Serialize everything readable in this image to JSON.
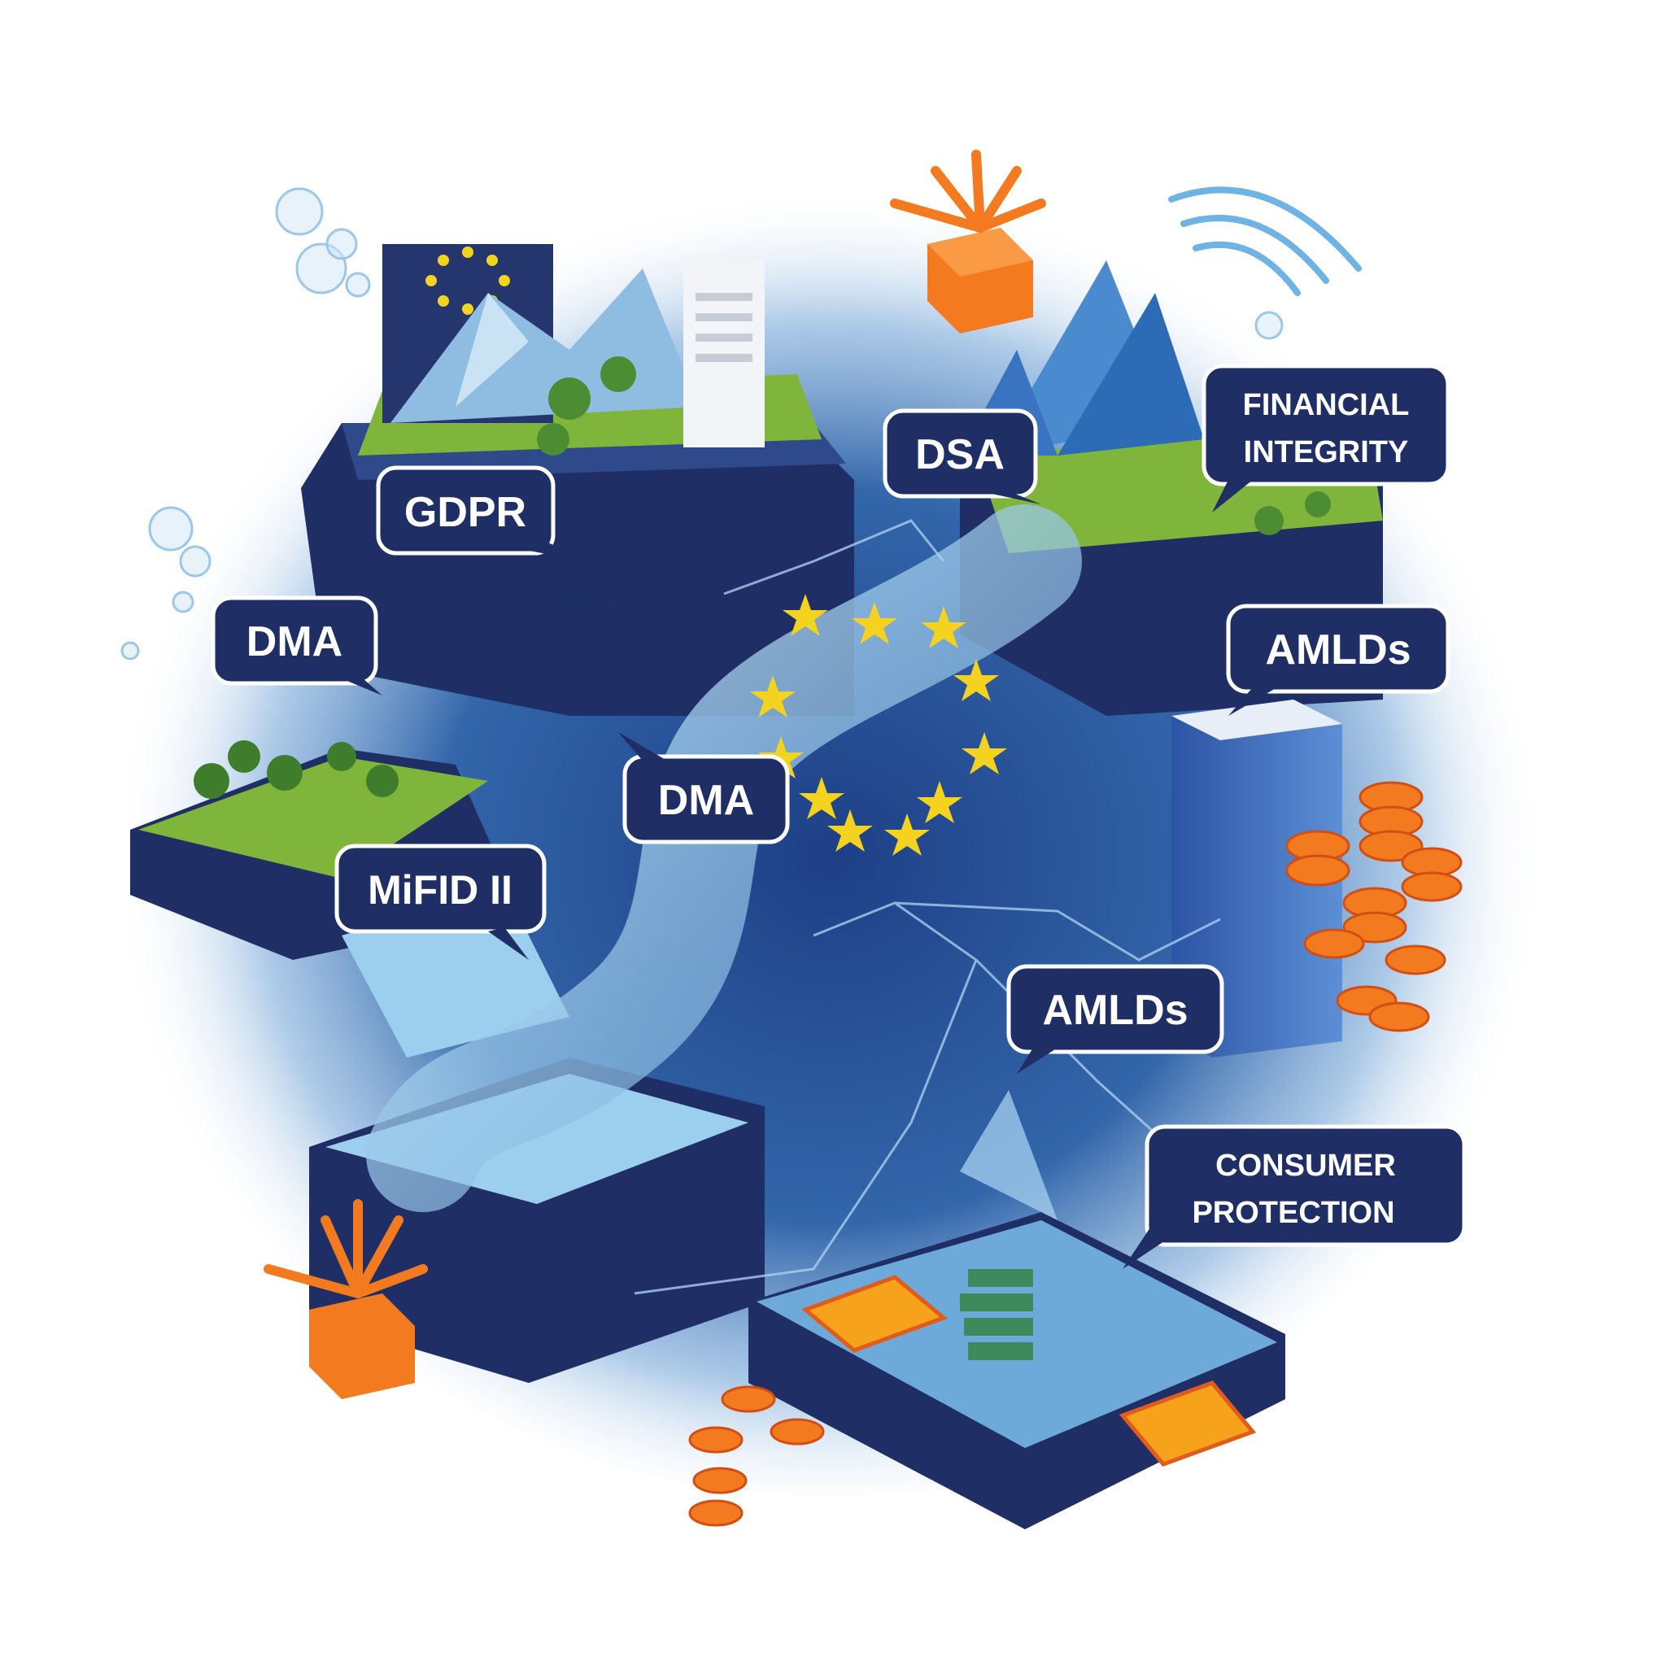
{
  "labels": {
    "gdpr": "GDPR",
    "falaenous": "FALAENOUS",
    "dma_left": "DMA",
    "dma_center": "DMA",
    "mifid": "MiFID II",
    "dsa": "DSA",
    "financial_line1": "FINANCIAL",
    "financial_line2": "INTEGRITY",
    "amlds_top": "AMLDs",
    "amlds_center": "AMLDs",
    "consumer_line1": "CONSUMER",
    "consumer_line2": "PROTECTION"
  },
  "colors": {
    "navy": "#1f2f66",
    "navy_dark": "#18244f",
    "platform_side": "#2a3f7a",
    "grass": "#7fb53a",
    "water": "#8cc6ec",
    "accent_orange": "#f47a1f",
    "star_yellow": "#f3d320",
    "mist_blue": "#4d86c7"
  },
  "icons": {
    "eu_flag": "eu-flag-icon",
    "wifi": "wifi-icon",
    "gift_box": "gift-box-icon",
    "coin": "coin-icon",
    "euro_card": "euro-card-icon"
  }
}
